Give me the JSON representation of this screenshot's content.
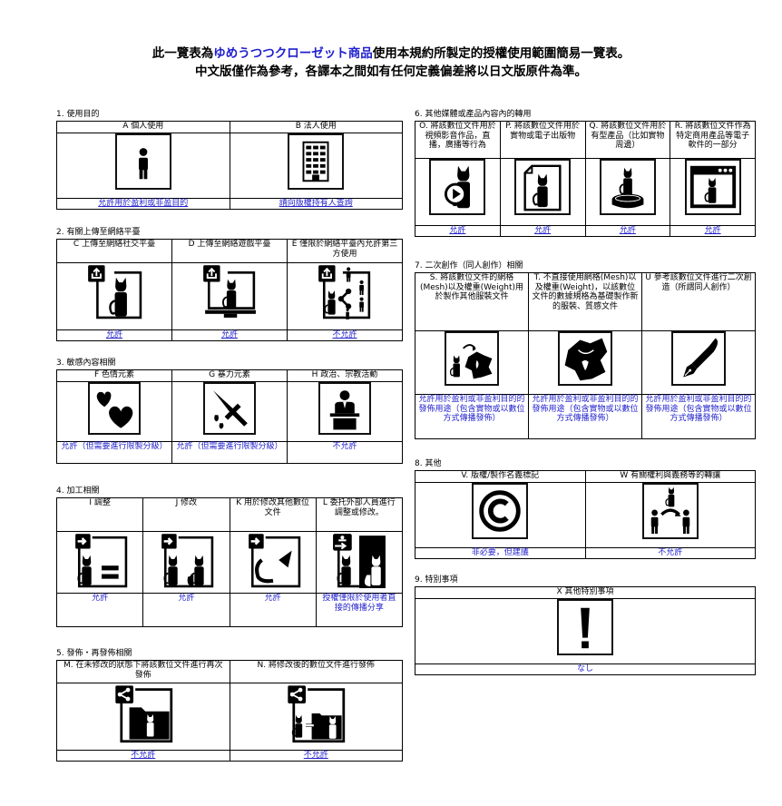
{
  "header": {
    "line1_prefix": "此一覽表為",
    "line1_brand": "ゆめうつつクローゼット商品",
    "line1_suffix": "使用本規約所製定的授權使用範圍簡易一覽表。",
    "line2": "中文版僅作為參考，各譯本之間如有任何定義偏差將以日文版原件為準。",
    "brand_color": "#2020d0"
  },
  "sections": [
    {
      "label": "1. 使用目的",
      "items": [
        {
          "head": "A 個人使用",
          "icon": "person-icon",
          "status": "允許用於盈利或非盈目的"
        },
        {
          "head": "B 法人使用",
          "icon": "building-icon",
          "status": "請向版權持有人查詢"
        }
      ]
    },
    {
      "label": "2. 有關上傳至網絡平臺",
      "items": [
        {
          "head": "C 上傳至網絡社交平臺",
          "icon": "upload-social-icon",
          "status": "允許"
        },
        {
          "head": "D 上傳至網絡遊戲平臺",
          "icon": "upload-game-icon",
          "status": "允許"
        },
        {
          "head": "E 僅限於網絡平臺內允許第三方使用",
          "icon": "share-third-party-icon",
          "status": "不允許"
        }
      ]
    },
    {
      "label": "3. 敏感內容相關",
      "items": [
        {
          "head": "F 色情元素",
          "icon": "hearts-icon",
          "status": "允許（但需要進行限製分級）"
        },
        {
          "head": "G 暴力元素",
          "icon": "knife-icon",
          "status": "允許（但需要進行限製分級）"
        },
        {
          "head": "H 政治、宗教活動",
          "icon": "podium-speaker-icon",
          "status": "不允許"
        }
      ]
    },
    {
      "label": "4. 加工相關",
      "items": [
        {
          "head": "I 調整",
          "icon": "adjust-icon",
          "status": "允許"
        },
        {
          "head": "J 修改",
          "icon": "modify-icon",
          "status": "允許"
        },
        {
          "head": "K 用於修改其他數位文件",
          "icon": "parts-reuse-icon",
          "status": "允許"
        },
        {
          "head": "L 委托外部人員進行調整或修改。",
          "icon": "outsource-icon",
          "status": "授權僅限於使用者直接的傳播分享"
        }
      ]
    },
    {
      "label": "5. 發佈・再發佈相關",
      "items": [
        {
          "head": "M. 在未修改的狀態下將該數位文件進行再次發佈",
          "icon": "redistribute-icon",
          "status": "不允許"
        },
        {
          "head": "N. 將修改後的數位文件進行發佈",
          "icon": "distribute-modified-icon",
          "status": "不允許"
        }
      ]
    },
    {
      "label": "6. 其他媒體或產品內容內的轉用",
      "items": [
        {
          "head": "O. 將該數位文件用於視頻影音作品，直播，廣播等行為",
          "icon": "video-icon",
          "status": "允許"
        },
        {
          "head": "P. 將該數位文件用於實物或電子出版物",
          "icon": "publication-icon",
          "status": "允許"
        },
        {
          "head": "Q. 將該數位文件用於有型產品（比如實物周邊）",
          "icon": "figure-goods-icon",
          "status": "允許"
        },
        {
          "head": "R. 將該數位文件作為特定商用產品等電子軟件的一部分",
          "icon": "software-window-icon",
          "status": "允許"
        }
      ]
    },
    {
      "label": "7. 二次創作（同人創作）相關",
      "items": [
        {
          "head": "S. 將該數位文件的網格(Mesh)以及權重(Weight)用於製作其他服裝文件",
          "icon": "mesh-to-clothes-icon",
          "status": "允許用於盈利或非盈利目的的發佈用途（包含實物或以數位方式傳播發佈）"
        },
        {
          "head": "T. 不直接使用網格(Mesh)以及權重(Weight)，以該數位文件的數據規格為基礎製作新的服裝、質感文件",
          "icon": "clothes-icon",
          "status": "允許用於盈利或非盈利目的的發佈用途（包含實物或以數位方式傳播發佈）"
        },
        {
          "head": "U 參考該數位文件進行二次創造（所謂同人創作）",
          "icon": "fountain-pen-icon",
          "status": "允許用於盈利或非盈利目的的發佈用途（包含實物或以數位方式傳播發佈）"
        }
      ]
    },
    {
      "label": "8. 其他",
      "items": [
        {
          "head": "V. 版權/製作名義標記",
          "icon": "copyright-icon",
          "status": "非必要，但建議"
        },
        {
          "head": "W 有關權利與義務等的轉讓",
          "icon": "rights-transfer-icon",
          "status": "不允許"
        }
      ]
    },
    {
      "label": "9. 特別事項",
      "items": [
        {
          "head": "X 其他特別事項",
          "icon": "exclamation-icon",
          "status": "なし"
        }
      ]
    }
  ],
  "colors": {
    "status_text": "#2222cc",
    "border": "#000000"
  }
}
